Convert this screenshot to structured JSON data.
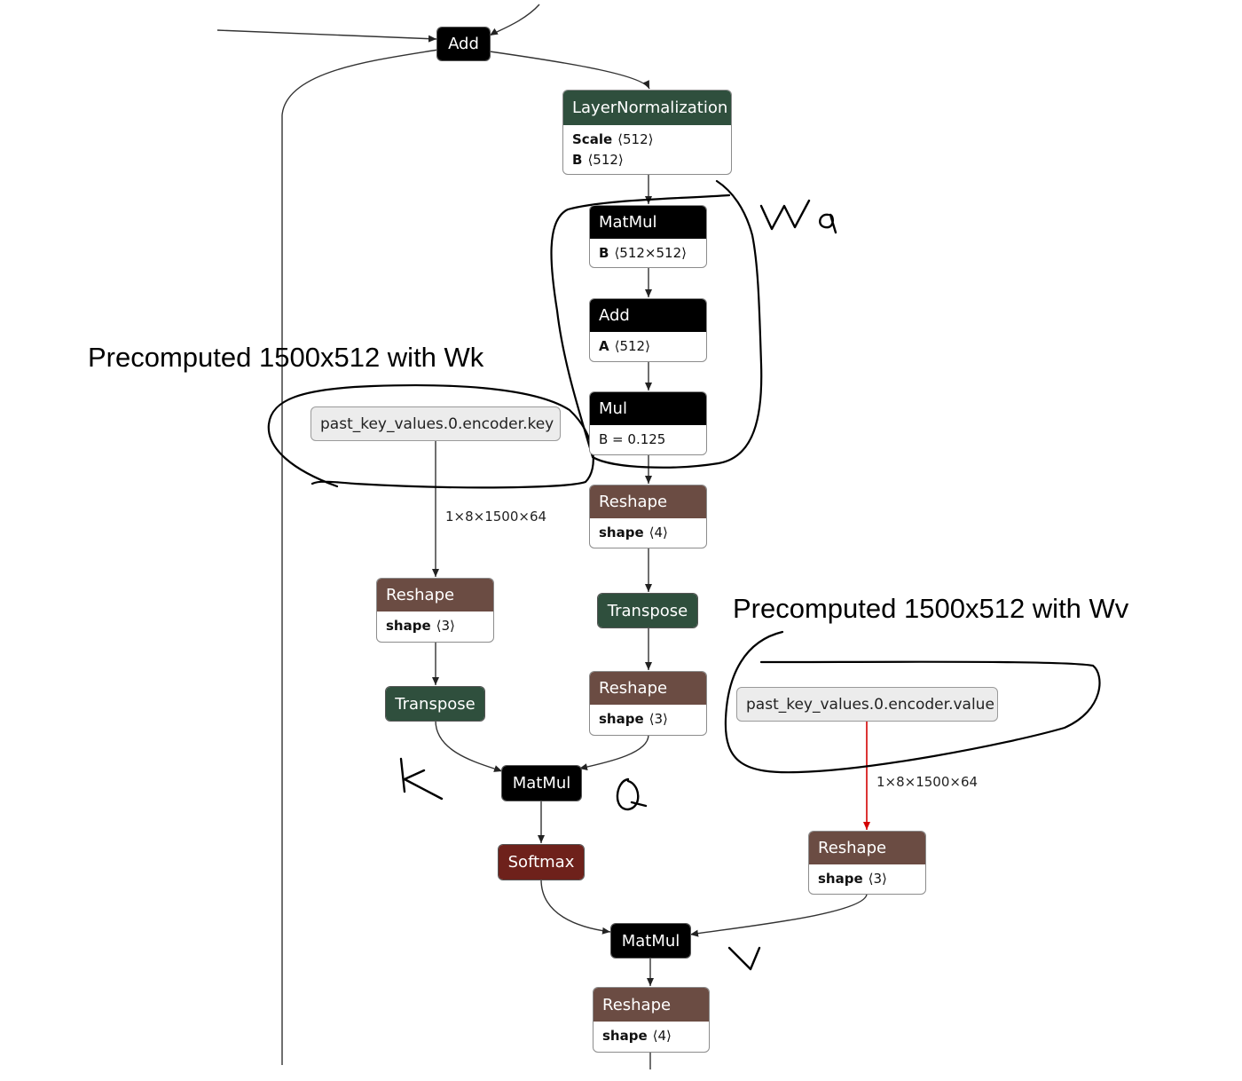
{
  "nodes": {
    "add_top": {
      "title": "Add"
    },
    "layernorm": {
      "title": "LayerNormalization",
      "attrs": [
        {
          "name": "Scale",
          "value": "⟨512⟩"
        },
        {
          "name": "B",
          "value": "⟨512⟩"
        }
      ]
    },
    "matmul_q": {
      "title": "MatMul",
      "attrs": [
        {
          "name": "B",
          "value": "⟨512×512⟩"
        }
      ]
    },
    "add_q": {
      "title": "Add",
      "attrs": [
        {
          "name": "A",
          "value": "⟨512⟩"
        }
      ]
    },
    "mul_q": {
      "title": "Mul",
      "attrs": [
        {
          "name": "",
          "value": "B = 0.125"
        }
      ]
    },
    "reshape_q1": {
      "title": "Reshape",
      "attrs": [
        {
          "name": "shape",
          "value": "⟨4⟩"
        }
      ]
    },
    "transpose_q": {
      "title": "Transpose"
    },
    "reshape_q2": {
      "title": "Reshape",
      "attrs": [
        {
          "name": "shape",
          "value": "⟨3⟩"
        }
      ]
    },
    "reshape_k": {
      "title": "Reshape",
      "attrs": [
        {
          "name": "shape",
          "value": "⟨3⟩"
        }
      ]
    },
    "transpose_k": {
      "title": "Transpose"
    },
    "matmul_qk": {
      "title": "MatMul"
    },
    "softmax": {
      "title": "Softmax"
    },
    "reshape_v": {
      "title": "Reshape",
      "attrs": [
        {
          "name": "shape",
          "value": "⟨3⟩"
        }
      ]
    },
    "matmul_v": {
      "title": "MatMul"
    },
    "reshape_out": {
      "title": "Reshape",
      "attrs": [
        {
          "name": "shape",
          "value": "⟨4⟩"
        }
      ]
    }
  },
  "inputs": {
    "encoder_key": "past_key_values.0.encoder.key",
    "encoder_value": "past_key_values.0.encoder.value"
  },
  "edge_labels": {
    "key_shape": "1×8×1500×64",
    "value_shape": "1×8×1500×64"
  },
  "annotations": {
    "precomputed_k": "Precomputed 1500x512 with Wk",
    "precomputed_v": "Precomputed 1500x512 with Wv",
    "handwritten_wq": "Wq",
    "handwritten_k": "K",
    "handwritten_q": "Q",
    "handwritten_v": "V"
  },
  "colors": {
    "black_op": "#000000",
    "green_op": "#2f4f3d",
    "brown_op": "#6b4c43",
    "red_op": "#6e211b",
    "highlight_edge": "#d40000"
  }
}
